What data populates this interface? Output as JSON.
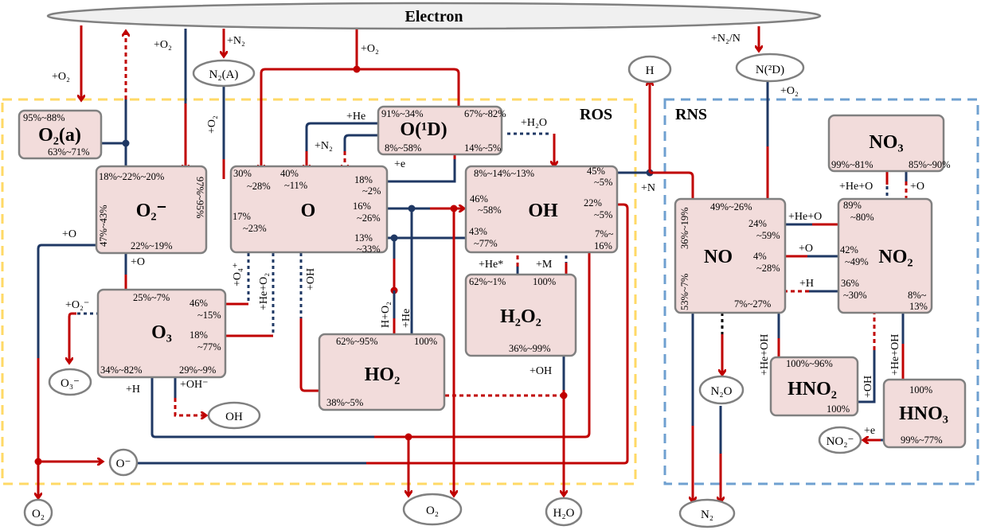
{
  "regions": {
    "ros": "ROS",
    "rns": "RNS"
  },
  "source": {
    "label": "Electron"
  },
  "species": {
    "o2a": {
      "label": "O₂(a)",
      "pcts": [
        "95%~88%",
        "63%~71%"
      ]
    },
    "o2m": {
      "label": "O₂⁻",
      "pcts": [
        "18%~22%~20%",
        "97%~95%",
        "47%~43%",
        "22%~19%"
      ]
    },
    "o": {
      "label": "O",
      "pcts": [
        "30%",
        "~28%",
        "40%",
        "~11%",
        "18%",
        "~2%",
        "16%",
        "~26%",
        "17%",
        "~23%",
        "13%",
        "~33%"
      ]
    },
    "o1d": {
      "label": "O(¹D)",
      "pcts": [
        "91%~34%",
        "67%~82%",
        "8%~58%",
        "14%~5%"
      ]
    },
    "oh": {
      "label": "OH",
      "pcts": [
        "8%~14%~13%",
        "45%",
        "~5%",
        "46%",
        "~58%",
        "22%",
        "~5%",
        "43%",
        "~77%",
        "7%~",
        "16%"
      ]
    },
    "o3": {
      "label": "O₃",
      "pcts": [
        "25%~7%",
        "46%",
        "~15%",
        "18%",
        "~77%",
        "34%~82%",
        "29%~9%"
      ]
    },
    "ho2": {
      "label": "HO₂",
      "pcts": [
        "62%~95%",
        "100%",
        "38%~5%"
      ]
    },
    "h2o2": {
      "label": "H₂O₂",
      "pcts": [
        "62%~1%",
        "100%",
        "36%~99%"
      ]
    },
    "no": {
      "label": "NO",
      "pcts": [
        "49%~26%",
        "24%",
        "~59%",
        "4%",
        "~28%",
        "36%~19%",
        "53%~7%",
        "7%~27%"
      ]
    },
    "no2": {
      "label": "NO₂",
      "pcts": [
        "89%",
        "~80%",
        "42%",
        "~49%",
        "36%",
        "~30%",
        "8%~",
        "13%"
      ]
    },
    "no3": {
      "label": "NO₃",
      "pcts": [
        "99%~81%",
        "85%~90%"
      ]
    },
    "hno2": {
      "label": "HNO₂",
      "pcts": [
        "100%~96%",
        "100%"
      ]
    },
    "hno3": {
      "label": "HNO₃",
      "pcts": [
        "100%",
        "99%~77%"
      ]
    }
  },
  "ovals": {
    "n2a": "N₂(A)",
    "h": "H",
    "n2d": "N(²D)",
    "o3m": "O₃⁻",
    "oh_out": "OH",
    "om": "O⁻",
    "o2_left": "O₂",
    "o2_mid": "O₂",
    "h2o": "H₂O",
    "n2o": "N₂O",
    "n2": "N₂",
    "no2m": "NO₂⁻"
  },
  "reactions": [
    "+O₂",
    "+O₂",
    "+N₂",
    "+O₂",
    "+O₂",
    "+N₂/N",
    "+O₂",
    "+He",
    "+N₂",
    "+e",
    "+H₂O",
    "+N",
    "+O",
    "+O",
    "+O₂⁻",
    "+O₄⁺",
    "+He+O₂",
    "+OH",
    "H+O₂",
    "+He",
    "+He*",
    "+M",
    "+OH",
    "+H",
    "+OH⁻",
    "+He+O",
    "+O",
    "+He+O",
    "+O",
    "+H",
    "+He+OH",
    "+OH",
    "+He+OH",
    "+e"
  ]
}
